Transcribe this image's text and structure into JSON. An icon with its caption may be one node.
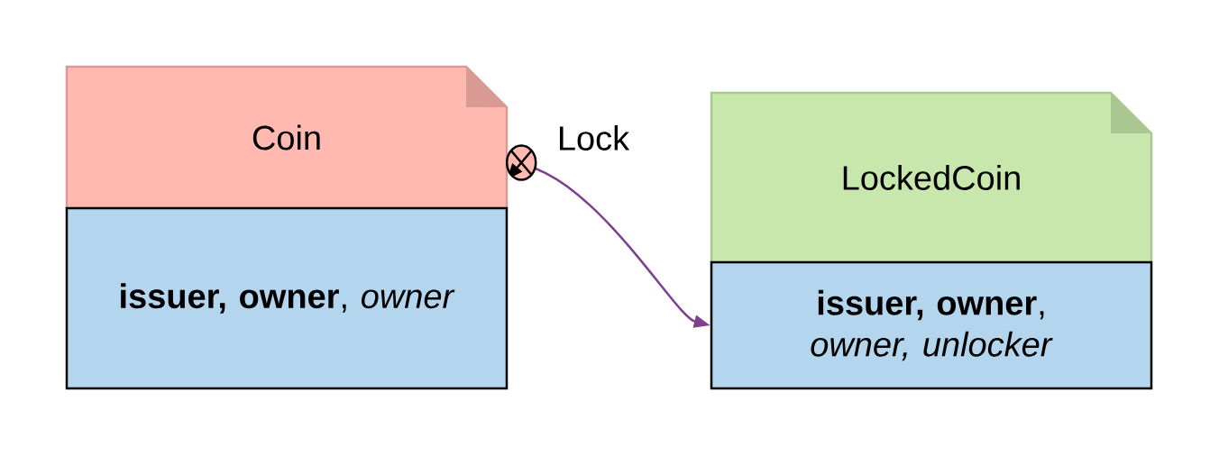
{
  "diagram": {
    "nodes": [
      {
        "text": [
          "Coin"
        ]
      },
      {
        "text": [
          "**issuer, owner**, *owner*"
        ]
      },
      {
        "text": [
          "LockedCoin"
        ]
      },
      {
        "text": [
          "**issuer, owner**, *owner, unlocker*"
        ]
      }
    ],
    "edges": [
      {
        "from": 0,
        "to": 3,
        "arrow": "to",
        "label": "Lock",
        "color": "#7f3f8f"
      }
    ]
  }
}
